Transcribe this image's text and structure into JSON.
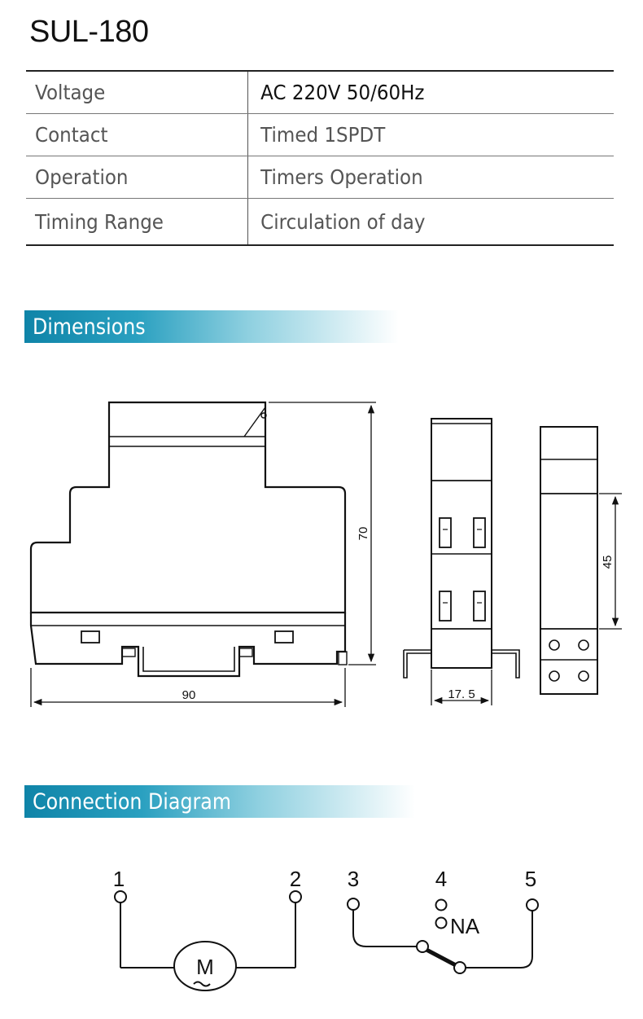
{
  "title": "SUL-180",
  "specs": [
    {
      "label": "Voltage",
      "value": "AC 220V  50/60Hz"
    },
    {
      "label": "Contact",
      "value": "Timed 1SPDT"
    },
    {
      "label": "Operation",
      "value": "Timers Operation"
    },
    {
      "label": "Timing Range",
      "value": "Circulation of day"
    }
  ],
  "sections": {
    "dimensions": "Dimensions",
    "connection": "Connection Diagram"
  },
  "dimensions": {
    "width": "90",
    "height": "70",
    "depth": "17. 5",
    "window": "45"
  },
  "connection": {
    "terminals": [
      "1",
      "2",
      "3",
      "4",
      "5"
    ],
    "motor": "M",
    "na": "NA"
  },
  "colors": {
    "section_bar": "#0f84a8",
    "line": "#111111"
  }
}
